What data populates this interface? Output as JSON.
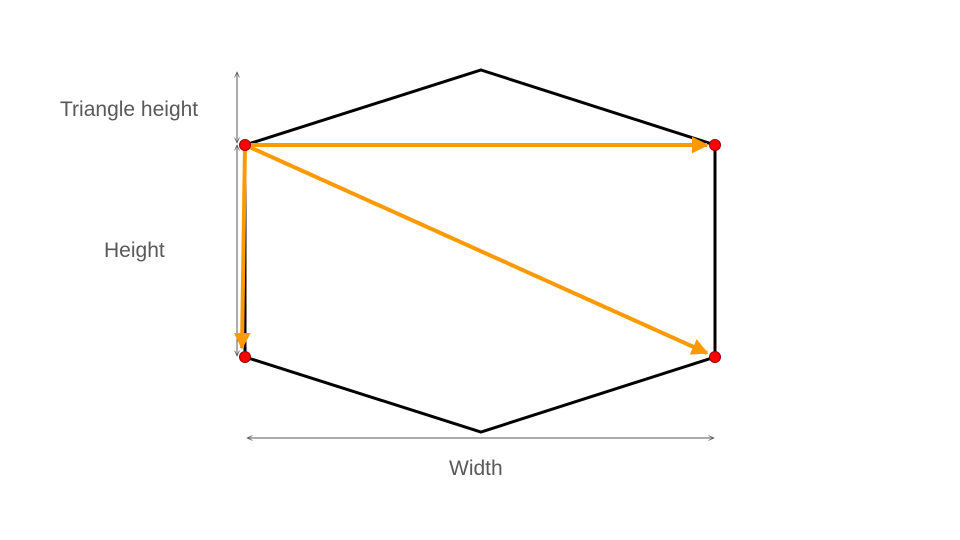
{
  "labels": {
    "triangle_height": "Triangle height",
    "height": "Height",
    "width": "Width"
  },
  "colors": {
    "outline": "#000000",
    "arrow": "#ff9900",
    "dimension": "#595959",
    "vertex_fill": "#ff0000",
    "vertex_stroke": "#990000",
    "text": "#595959"
  }
}
